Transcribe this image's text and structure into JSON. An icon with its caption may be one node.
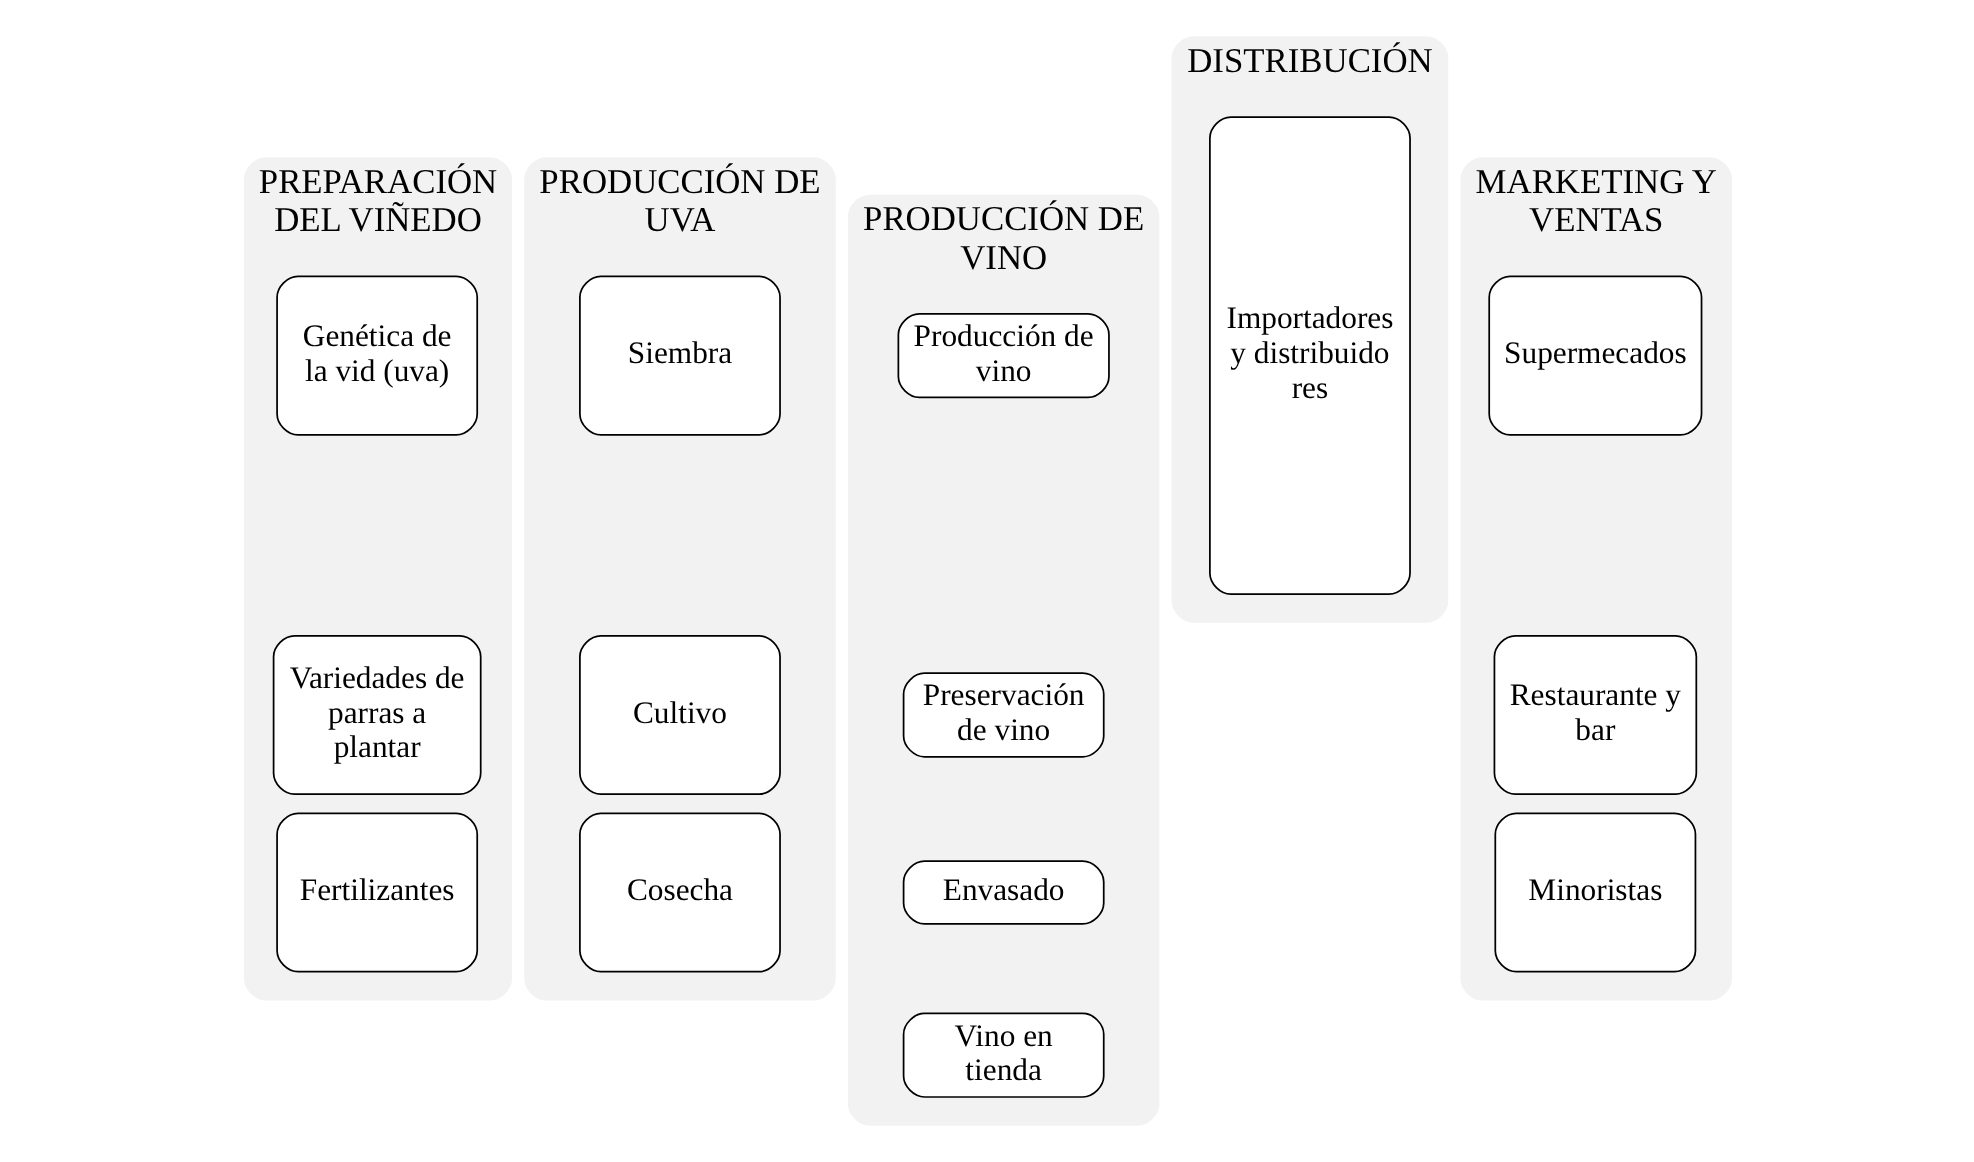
{
  "diagram": {
    "nodes": [
      {
        "text": [
          "PREPARACIÓN DEL VIÑEDO"
        ]
      },
      {
        "text": [
          "Genética de la vid (uva)"
        ],
        "in": 0
      },
      {
        "text": [
          "Variedades de parras a plantar"
        ],
        "in": 0
      },
      {
        "text": [
          "Fertilizantes"
        ],
        "in": 0
      },
      {
        "text": [
          "PRODUCCIÓN DE UVA"
        ]
      },
      {
        "text": [
          "Siembra"
        ],
        "in": 4
      },
      {
        "text": [
          "Cultivo"
        ],
        "in": 4
      },
      {
        "text": [
          "Cosecha"
        ],
        "in": 4
      },
      {
        "text": [
          "PRODUCCIÓN DE VINO"
        ]
      },
      {
        "text": [
          "Producción de vino"
        ],
        "in": 8
      },
      {
        "text": [
          "Preservación de vino"
        ],
        "in": 8
      },
      {
        "text": [
          "Envasado"
        ],
        "in": 8
      },
      {
        "text": [
          "Vino en tienda"
        ],
        "in": 8
      },
      {
        "text": [
          "DISTRIBUCIÓN"
        ]
      },
      {
        "text": [
          "Importadores y distribuidores"
        ],
        "in": 13
      },
      {
        "text": [
          "MARKETING Y VENTAS"
        ]
      },
      {
        "text": [
          "Supermecados"
        ],
        "in": 15
      },
      {
        "text": [
          "Restaurante y bar"
        ],
        "in": 15
      },
      {
        "text": [
          "Minoristas"
        ],
        "in": 15
      }
    ],
    "edges": []
  }
}
